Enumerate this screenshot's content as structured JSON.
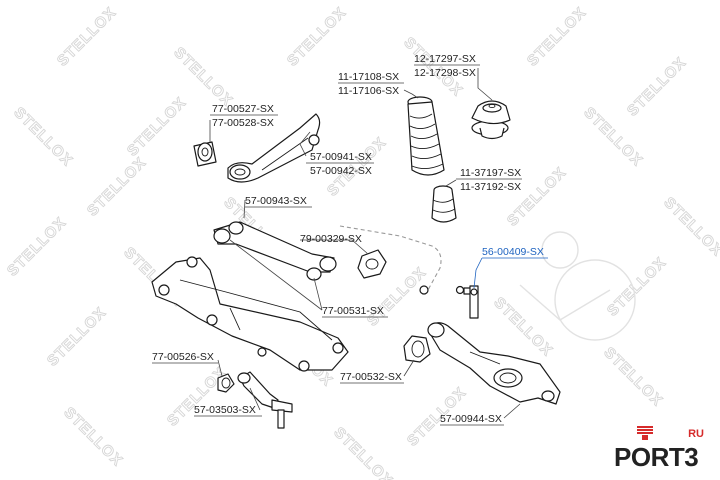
{
  "watermark": {
    "text": "STELLOX"
  },
  "labels": [
    {
      "id": "12-17297",
      "lines": [
        "12-17297-SX",
        "12-17298-SX"
      ],
      "highlight": false
    },
    {
      "id": "11-17108",
      "lines": [
        "11-17108-SX",
        "11-17106-SX"
      ],
      "highlight": false
    },
    {
      "id": "77-00527",
      "lines": [
        "77-00527-SX",
        "77-00528-SX"
      ],
      "highlight": false
    },
    {
      "id": "57-00941",
      "lines": [
        "57-00941-SX",
        "57-00942-SX"
      ],
      "highlight": false
    },
    {
      "id": "11-37197",
      "lines": [
        "11-37197-SX",
        "11-37192-SX"
      ],
      "highlight": false
    },
    {
      "id": "57-00943",
      "lines": [
        "57-00943-SX"
      ],
      "highlight": false
    },
    {
      "id": "79-00329",
      "lines": [
        "79-00329-SX"
      ],
      "highlight": false
    },
    {
      "id": "56-00409",
      "lines": [
        "56-00409-SX"
      ],
      "highlight": true
    },
    {
      "id": "77-00531",
      "lines": [
        "77-00531-SX"
      ],
      "highlight": false
    },
    {
      "id": "77-00526",
      "lines": [
        "77-00526-SX"
      ],
      "highlight": false
    },
    {
      "id": "77-00532",
      "lines": [
        "77-00532-SX"
      ],
      "highlight": false
    },
    {
      "id": "57-03503",
      "lines": [
        "57-03503-SX"
      ],
      "highlight": false
    },
    {
      "id": "57-00944",
      "lines": [
        "57-00944-SX"
      ],
      "highlight": false
    }
  ],
  "logo": {
    "text": "PORT3",
    "suffix": "RU",
    "accent_color": "#d62b2b"
  },
  "colors": {
    "highlight": "#1e63c0",
    "line": "#1a1a1a",
    "watermark": "#d6d6d6"
  }
}
